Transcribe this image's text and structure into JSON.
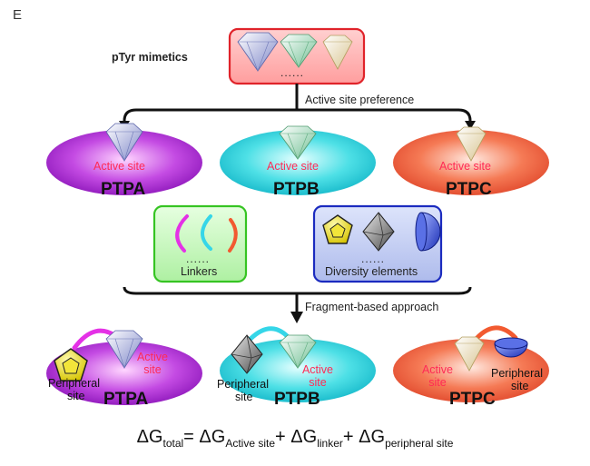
{
  "panel_letter": "E",
  "top": {
    "mimetics_label": "pTyr mimetics",
    "mimetics_dots": "......",
    "preference_label": "Active site preference"
  },
  "row1": {
    "enzymes": [
      {
        "name": "PTPA",
        "site_label": "Active site",
        "color": "#b02fd6"
      },
      {
        "name": "PTPB",
        "site_label": "Active site",
        "color": "#2fd8e0"
      },
      {
        "name": "PTPC",
        "site_label": "Active site",
        "color": "#f26a45"
      }
    ]
  },
  "linkers_box": {
    "label": "Linkers",
    "dots": "......"
  },
  "diversity_box": {
    "label": "Diversity elements",
    "dots": "......"
  },
  "fragment_label": "Fragment-based approach",
  "row2": {
    "ptpa": {
      "name": "PTPA",
      "active_label": "Active site",
      "peripheral_label_1": "Peripheral",
      "peripheral_label_2": "site"
    },
    "ptpb": {
      "name": "PTPB",
      "active_label": "Active site",
      "peripheral_label_1": "Peripheral",
      "peripheral_label_2": "site"
    },
    "ptpc": {
      "name": "PTPC",
      "active_label": "Active site",
      "peripheral_label_1": "Peripheral",
      "peripheral_label_2": "site"
    }
  },
  "equation": {
    "delta": "ΔG",
    "total_sub": "total",
    "eq": "= ",
    "active_sub": "Active site",
    "plus": "+ ",
    "linker_sub": "linker",
    "peripheral_sub": "peripheral site"
  },
  "colors": {
    "mimetic_box": "#ffb6b6",
    "mimetic_border": "#e0232a",
    "linker_box": "#c9f5c3",
    "linker_border": "#36c423",
    "diversity_box": "#c7d2f2",
    "diversity_border": "#1b2bbf"
  }
}
